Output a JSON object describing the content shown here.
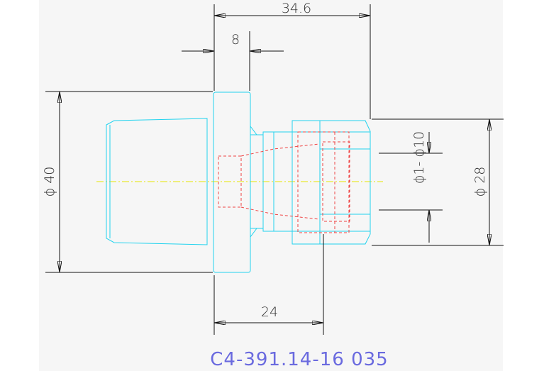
{
  "drawing": {
    "part_number": "C4-391.14-16 035",
    "colors": {
      "part_outline": "#22d3ee",
      "hidden_lines": "#ef4444",
      "centerline": "#e6e600",
      "dimension_lines": "#111111",
      "title": "#6a6adf"
    },
    "dimensions": {
      "overall_length": "34.6",
      "flange_width": "8",
      "length_24": "24",
      "diameter_40": "ϕ 40",
      "diameter_28": "ϕ 28",
      "bore_range": "ϕ1- ϕ10"
    }
  }
}
